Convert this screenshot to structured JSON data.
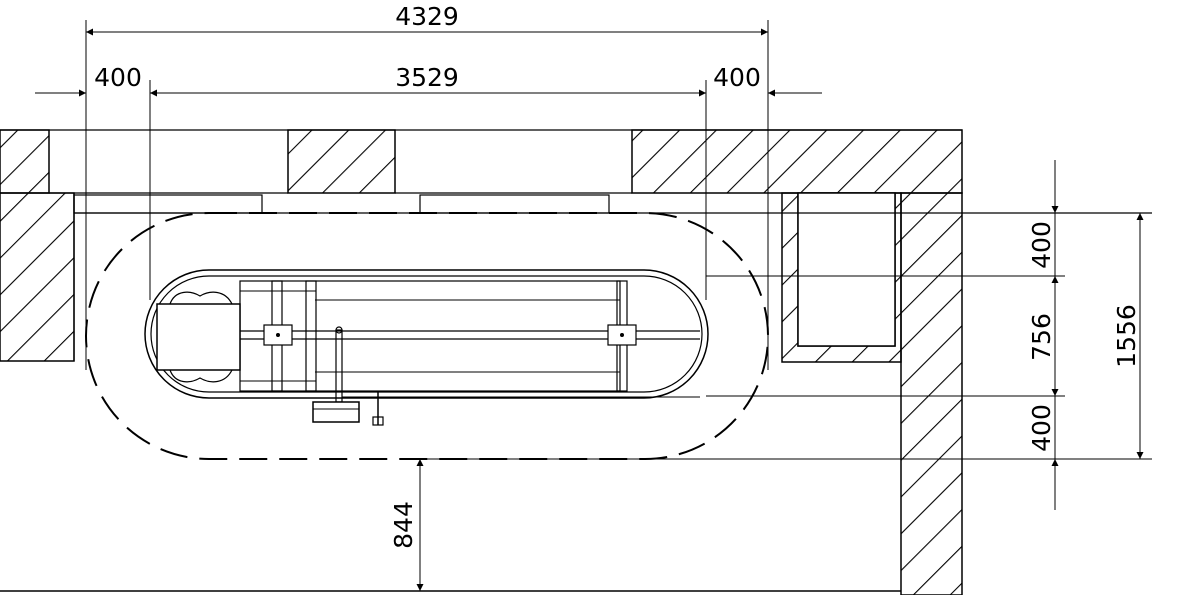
{
  "dimensions": {
    "overall_width": "4329",
    "left_clearance": "400",
    "conveyor_length": "3529",
    "right_clearance": "400",
    "top_clearance": "400",
    "conveyor_width": "756",
    "bottom_clearance": "400",
    "overall_depth": "1556",
    "front_gap": "844"
  },
  "colors": {
    "line": "#000000",
    "background": "#ffffff"
  }
}
